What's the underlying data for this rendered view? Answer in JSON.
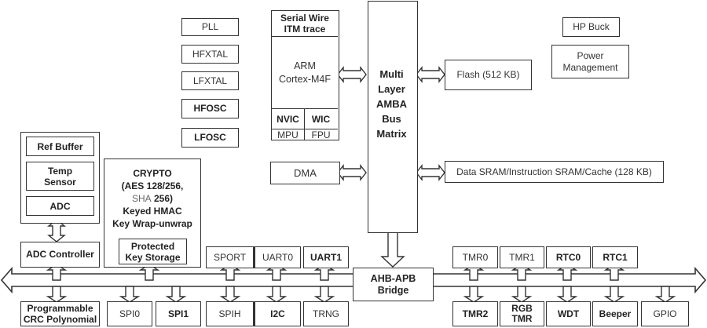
{
  "clocks": [
    "PLL",
    "HFXTAL",
    "LFXTAL",
    "HFOSC",
    "LFOSC"
  ],
  "cpu": {
    "debug": "Serial Wire\nITM trace",
    "core": "ARM\nCortex-M4F",
    "units": [
      "NVIC",
      "WIC",
      "MPU",
      "FPU"
    ]
  },
  "bus_matrix": {
    "label": "Multi\nLayer\nAMBA\nBus\nMatrix"
  },
  "memory": {
    "flash": "Flash (512 KB)",
    "sram": "Data SRAM/Instruction SRAM/Cache (128 KB)"
  },
  "power": {
    "hp_buck": "HP Buck",
    "pm": "Power\nManagement"
  },
  "dma": "DMA",
  "analog": {
    "ref_buffer": "Ref Buffer",
    "temp_sensor": "Temp\nSensor",
    "adc": "ADC",
    "adc_controller": "ADC Controller"
  },
  "crypto": {
    "line1": "CRYPTO",
    "line2": "(AES 128/256,",
    "line3_a": "SHA",
    "line3_b": " 256)",
    "line4": "Keyed HMAC",
    "line5": "Key Wrap-unwrap",
    "storage": "Protected\nKey Storage"
  },
  "bridge": "AHB-APB\nBridge",
  "apb_top": [
    "SPORT",
    "UART0",
    "UART1",
    "TMR0",
    "TMR1",
    "RTC0",
    "RTC1"
  ],
  "apb_bottom": [
    "Programmable\nCRC Polynomial",
    "SPI0",
    "SPI1",
    "SPIH",
    "I2C",
    "TRNG",
    "TMR2",
    "RGB\nTMR",
    "WDT",
    "Beeper",
    "GPIO"
  ]
}
